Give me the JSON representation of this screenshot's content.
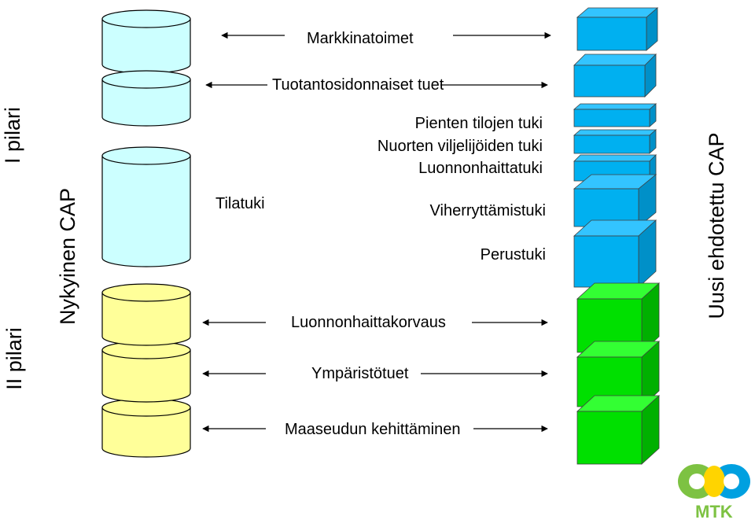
{
  "side_labels": {
    "pillar1": "I pilari",
    "pillar2": "II pilari",
    "current_cap": "Nykyinen  CAP",
    "new_cap": "Uusi ehdotettu CAP"
  },
  "measures": {
    "markkinatoimet": "Markkinatoimet",
    "tuotantosidonnaiset": "Tuotantosidonnaiset tuet",
    "pienten_tilojen": "Pienten tilojen tuki",
    "nuorten": "Nuorten viljelijöiden tuki",
    "luonnonhaittatuki": "Luonnonhaittatuki",
    "tilatuki": "Tilatuki",
    "viherryttamistuki": "Viherryttämistuki",
    "perustuki": "Perustuki",
    "luonnonhaittakorvaus": "Luonnonhaittakorvaus",
    "ymparistotuet": "Ympäristötuet",
    "maaseudun": "Maaseudun kehittäminen"
  },
  "logo": {
    "text": "MTK"
  },
  "colors": {
    "cyl_blue": "#ccffff",
    "cyl_yellow": "#ffff99",
    "box_blue_front": "#00b0f0",
    "box_blue_top": "#33c4ff",
    "box_blue_side": "#0090c8",
    "box_green_front": "#00e000",
    "box_green_top": "#33ff33",
    "box_green_side": "#00b000",
    "logo_green": "#7dc242",
    "logo_yellow": "#ffd400",
    "logo_blue": "#00a0e0"
  }
}
